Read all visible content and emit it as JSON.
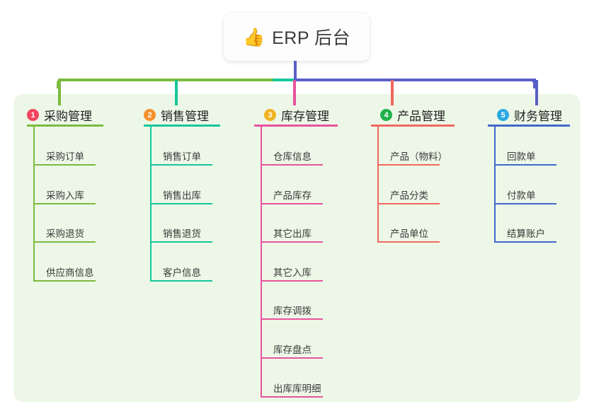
{
  "root": {
    "icon": "thumbs-up-emoji",
    "icon_glyph": "👍",
    "title": "ERP 后台"
  },
  "theme": {
    "panel_bg": "#edf7e7",
    "page_bg": "#ffffff",
    "stem_color": "#5a5fc7",
    "bar_green": "#7cba3d",
    "bar_teal": "#16c79a",
    "bar_blue": "#5a5fc7"
  },
  "branches": [
    {
      "number": "1",
      "label": "采购管理",
      "badge_color": "#f2445f",
      "line_color": "#7cba3d",
      "drop_color": "#7cba3d",
      "items": [
        {
          "label": "采购订单"
        },
        {
          "label": "采购入库"
        },
        {
          "label": "采购退货"
        },
        {
          "label": "供应商信息"
        }
      ]
    },
    {
      "number": "2",
      "label": "销售管理",
      "badge_color": "#f5902b",
      "line_color": "#16c79a",
      "drop_color": "#16c79a",
      "items": [
        {
          "label": "销售订单"
        },
        {
          "label": "销售出库"
        },
        {
          "label": "销售退货"
        },
        {
          "label": "客户信息"
        }
      ]
    },
    {
      "number": "3",
      "label": "库存管理",
      "badge_color": "#f0b323",
      "line_color": "#e8529e",
      "drop_color": "#e8529e",
      "items": [
        {
          "label": "仓库信息"
        },
        {
          "label": "产品库存"
        },
        {
          "label": "其它出库"
        },
        {
          "label": "其它入库"
        },
        {
          "label": "库存调拨"
        },
        {
          "label": "库存盘点"
        },
        {
          "label": "出库库明细"
        }
      ]
    },
    {
      "number": "4",
      "label": "产品管理",
      "badge_color": "#22b14c",
      "line_color": "#f2675f",
      "drop_color": "#f2675f",
      "items": [
        {
          "label": "产品（物料）"
        },
        {
          "label": "产品分类"
        },
        {
          "label": "产品单位"
        }
      ]
    },
    {
      "number": "5",
      "label": "财务管理",
      "badge_color": "#29a8e0",
      "line_color": "#4169c9",
      "drop_color": "#5a5fc7",
      "items": [
        {
          "label": "回款单"
        },
        {
          "label": "付款单"
        },
        {
          "label": "结算账户"
        }
      ]
    }
  ]
}
